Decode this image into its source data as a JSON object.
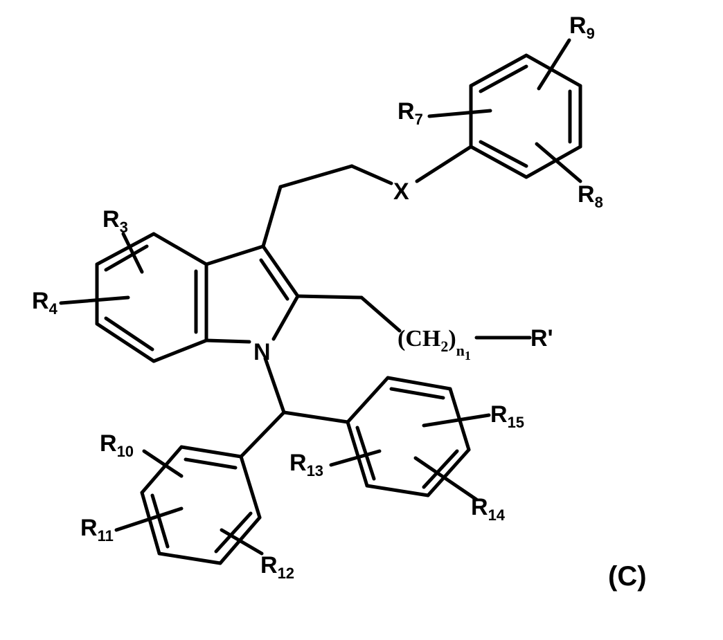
{
  "labels": {
    "r9": {
      "base": "R",
      "sub": "9"
    },
    "r7": {
      "base": "R",
      "sub": "7"
    },
    "r8": {
      "base": "R",
      "sub": "8"
    },
    "x": "X",
    "r3": {
      "base": "R",
      "sub": "3"
    },
    "r4": {
      "base": "R",
      "sub": "4"
    },
    "n": "N",
    "ch2_open": "(CH",
    "ch2_sub": "2",
    "ch2_close": ")",
    "n1_base": "n",
    "n1_sub": "1",
    "r_prime": "R'",
    "r10": {
      "base": "R",
      "sub": "10"
    },
    "r15": {
      "base": "R",
      "sub": "15"
    },
    "r13": {
      "base": "R",
      "sub": "13"
    },
    "r11": {
      "base": "R",
      "sub": "11"
    },
    "r14": {
      "base": "R",
      "sub": "14"
    },
    "r12": {
      "base": "R",
      "sub": "12"
    }
  },
  "caption": "(C)"
}
